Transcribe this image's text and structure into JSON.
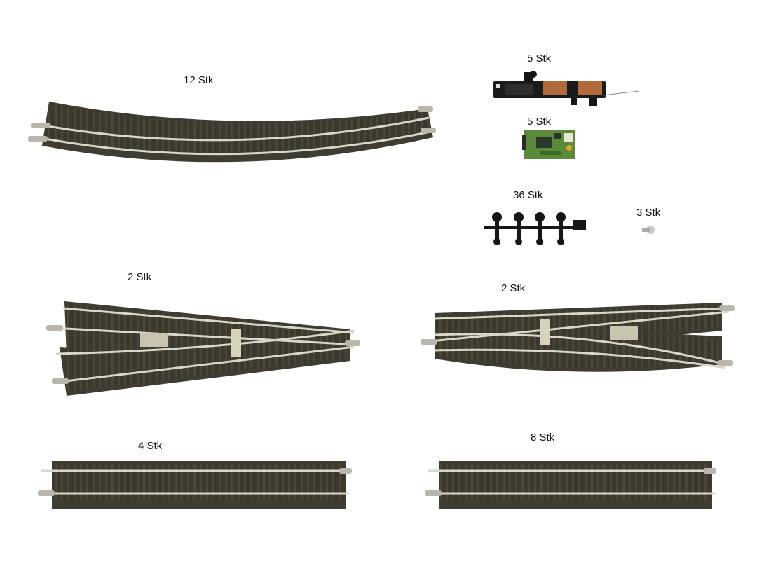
{
  "items": {
    "curved_track": {
      "quantity": "12 Stk",
      "icon": "curved-track"
    },
    "turnout_motor": {
      "quantity": "5 Stk",
      "icon": "turnout-motor"
    },
    "decoder": {
      "quantity": "5 Stk",
      "icon": "decoder-board"
    },
    "clips": {
      "quantity": "36 Stk",
      "icon": "track-clips"
    },
    "screws": {
      "quantity": "3 Stk",
      "icon": "screw"
    },
    "left_turnout": {
      "quantity": "2 Stk",
      "icon": "left-turnout-track"
    },
    "right_turnout": {
      "quantity": "2 Stk",
      "icon": "right-turnout-track"
    },
    "straight_track_a": {
      "quantity": "4 Stk",
      "icon": "straight-track"
    },
    "straight_track_b": {
      "quantity": "8 Stk",
      "icon": "straight-track"
    }
  },
  "colors": {
    "background": "#ffffff",
    "ballast": "#4a4739",
    "sleeper": "#3a372c",
    "rail": "#d8d6c8",
    "pcb": "#5a8a3a"
  }
}
